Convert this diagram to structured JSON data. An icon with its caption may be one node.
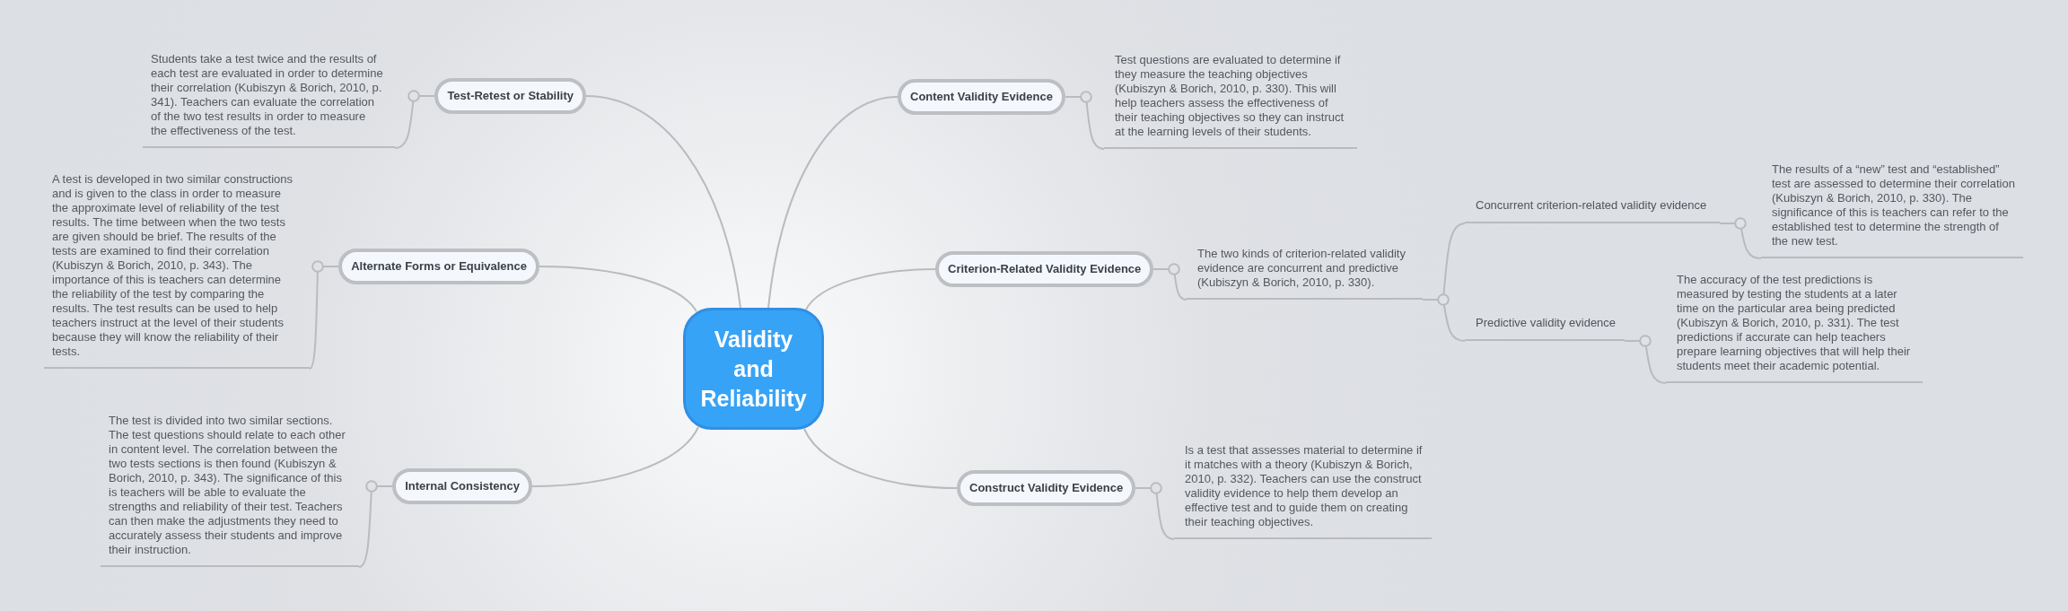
{
  "diagram": {
    "nodes": [
      {
        "text": [
          "Validity and Reliability"
        ]
      },
      {
        "text": [
          "Test-Retest or Stability"
        ]
      },
      {
        "text": [
          "Students take a test twice and the results of each test are evaluated in order to determine their correlation (Kubiszyn & Borich, 2010, p. 341). Teachers can evaluate the correlation of the two test results in order to measure the effectiveness of the test."
        ]
      },
      {
        "text": [
          "Alternate Forms or Equivalence"
        ]
      },
      {
        "text": [
          "A test is developed in two similar constructions and is given to the class in order to measure the approximate level of reliability of the test results. The time between when the two tests are given should be brief. The results of the tests are examined to find their correlation (Kubiszyn & Borich, 2010, p. 343). The importance of this is teachers can determine the reliability of the test by comparing the results. The test results can be used to help teachers instruct at the level of their students because they will know the reliability of their tests."
        ]
      },
      {
        "text": [
          "Internal Consistency"
        ]
      },
      {
        "text": [
          "The test is divided into two similar sections. The test questions should relate to each other in content level. The correlation between the two tests sections is then found (Kubiszyn & Borich, 2010, p. 343). The significance of this is teachers will be able to evaluate the strengths and reliability of their test. Teachers can then make the adjustments they need to accurately assess their students and improve their instruction."
        ]
      },
      {
        "text": [
          "Content Validity Evidence"
        ]
      },
      {
        "text": [
          "Test questions are evaluated to determine if they measure the teaching objectives (Kubiszyn & Borich, 2010, p. 330). This will help teachers assess the effectiveness of their teaching objectives so they can instruct at the learning levels of their students."
        ]
      },
      {
        "text": [
          "Criterion-Related Validity Evidence"
        ]
      },
      {
        "text": [
          "The two kinds of criterion-related validity evidence are concurrent and predictive (Kubiszyn & Borich, 2010, p. 330)."
        ]
      },
      {
        "text": [
          "Concurrent criterion-related validity evidence"
        ]
      },
      {
        "text": [
          "The results of a “new” test and “established” test are assessed to determine their correlation (Kubiszyn & Borich, 2010, p. 330). The significance of this is teachers can refer to the established test to determine the strength of the new test."
        ]
      },
      {
        "text": [
          "Predictive validity evidence"
        ]
      },
      {
        "text": [
          "The accuracy of the test predictions is measured by testing the students at a later time on the particular area being predicted (Kubiszyn & Borich, 2010, p. 331). The test predictions if accurate can help teachers prepare learning objectives that will help their students meet their academic potential."
        ]
      },
      {
        "text": [
          "Construct Validity Evidence"
        ]
      },
      {
        "text": [
          "Is a test that assesses material to determine if it matches with a theory (Kubiszyn & Borich, 2010, p. 332). Teachers can use the construct validity evidence to help them develop an effective test and to guide them on creating their teaching objectives."
        ]
      }
    ],
    "edges": [
      {
        "from": 0,
        "to": 1,
        "arrow": "none"
      },
      {
        "from": 1,
        "to": 2,
        "arrow": "none"
      },
      {
        "from": 0,
        "to": 3,
        "arrow": "none"
      },
      {
        "from": 3,
        "to": 4,
        "arrow": "none"
      },
      {
        "from": 0,
        "to": 5,
        "arrow": "none"
      },
      {
        "from": 5,
        "to": 6,
        "arrow": "none"
      },
      {
        "from": 0,
        "to": 7,
        "arrow": "none"
      },
      {
        "from": 7,
        "to": 8,
        "arrow": "none"
      },
      {
        "from": 0,
        "to": 9,
        "arrow": "none"
      },
      {
        "from": 9,
        "to": 10,
        "arrow": "none"
      },
      {
        "from": 10,
        "to": 11,
        "arrow": "none"
      },
      {
        "from": 11,
        "to": 12,
        "arrow": "none"
      },
      {
        "from": 10,
        "to": 13,
        "arrow": "none"
      },
      {
        "from": 13,
        "to": 14,
        "arrow": "none"
      },
      {
        "from": 0,
        "to": 15,
        "arrow": "none"
      },
      {
        "from": 15,
        "to": 16,
        "arrow": "none"
      }
    ]
  }
}
